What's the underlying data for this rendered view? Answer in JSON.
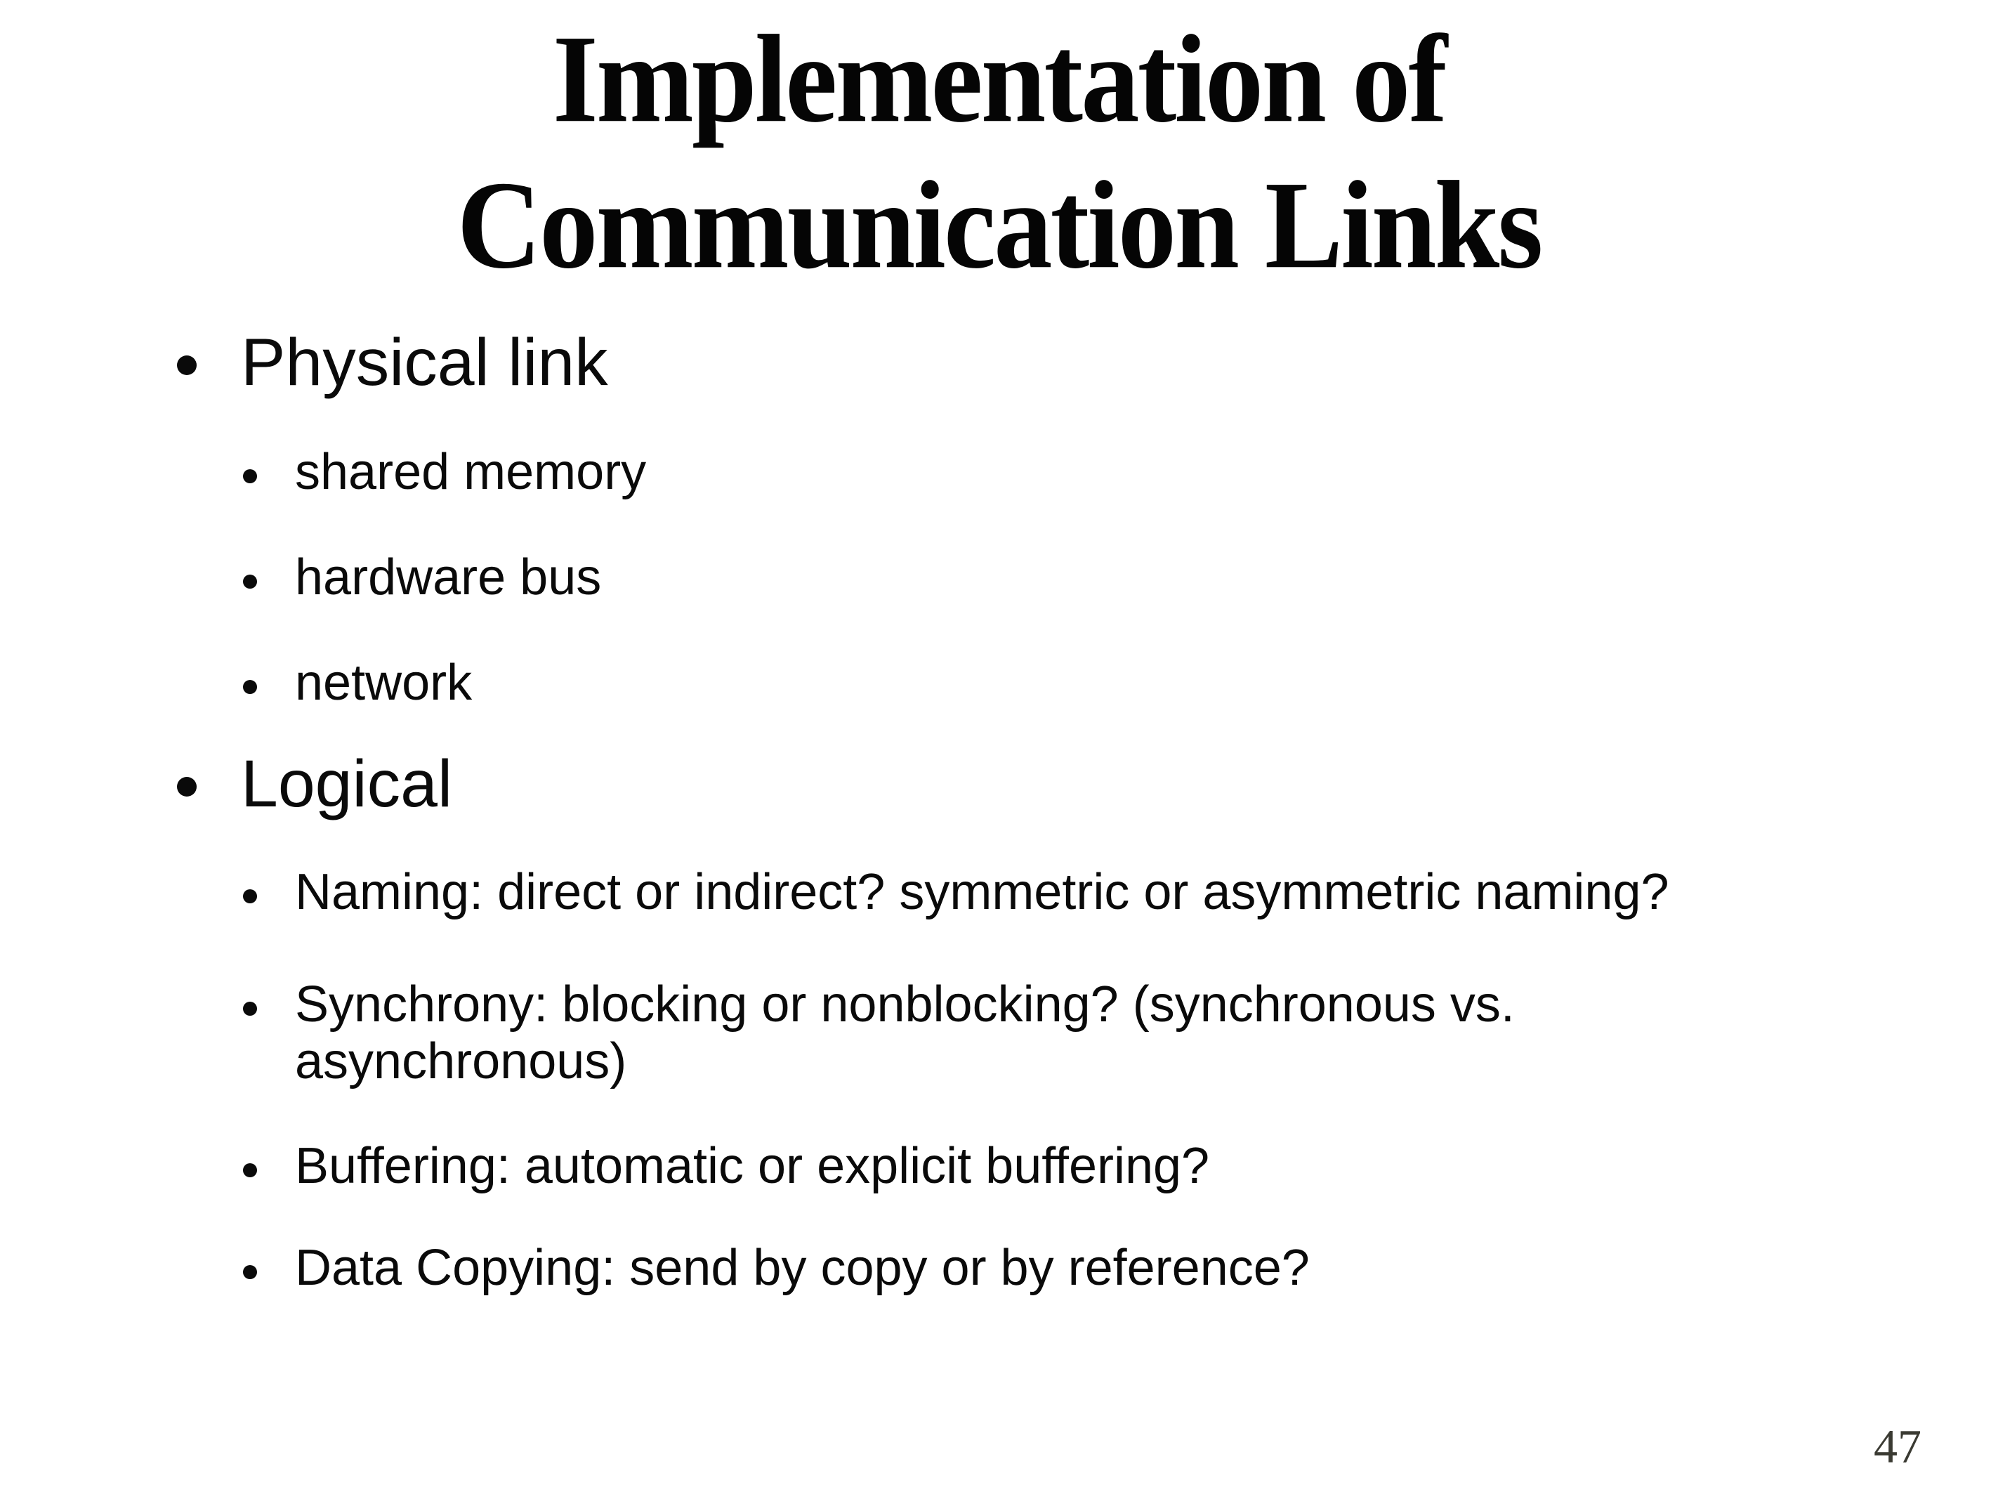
{
  "slide": {
    "title_line1": "Implementation of",
    "title_line2": "Communication Links",
    "page_number": "47",
    "colors": {
      "background": "#ffffff",
      "text": "#0a0a0a",
      "page_number": "#3a3a32"
    }
  },
  "bullets": {
    "items": [
      {
        "label": "Physical link",
        "children": [
          "shared memory",
          "hardware bus",
          "network"
        ]
      },
      {
        "label": "Logical",
        "children": [
          "Naming: direct or indirect? symmetric or asymmetric naming?",
          "Synchrony: blocking or nonblocking? (synchronous vs. asynchronous)",
          "Buffering: automatic or explicit buffering?",
          "Data Copying: send by copy or by reference?"
        ]
      }
    ]
  }
}
